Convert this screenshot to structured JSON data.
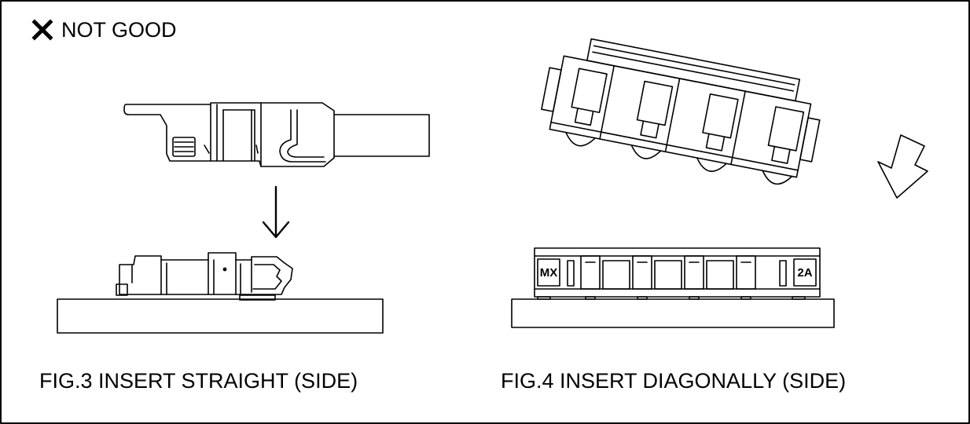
{
  "header": {
    "label": "NOT GOOD",
    "icon": "x-mark-icon"
  },
  "figures": [
    {
      "caption": "FIG.3 INSERT STRAIGHT (SIDE)"
    },
    {
      "caption": "FIG.4 INSERT DIAGONALLY (SIDE)"
    }
  ],
  "connector_markings": {
    "left": "MX",
    "right": "2A"
  },
  "colors": {
    "line": "#000000",
    "background": "#ffffff"
  }
}
